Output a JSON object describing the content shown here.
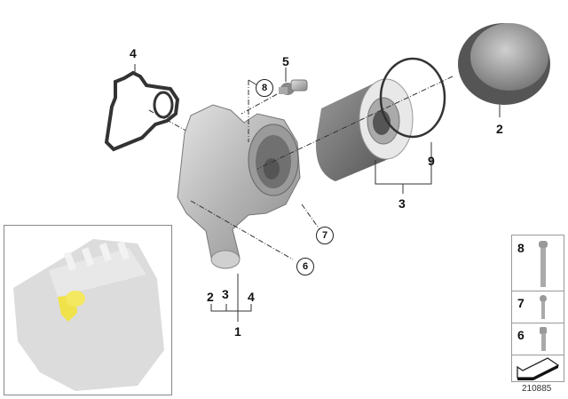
{
  "diagram": {
    "type": "exploded-parts-diagram",
    "subject": "Oil filter housing assembly",
    "document_number": "210885",
    "callouts": [
      {
        "id": "1",
        "label": "1",
        "style": "plain"
      },
      {
        "id": "2",
        "label": "2",
        "style": "plain"
      },
      {
        "id": "3",
        "label": "3",
        "style": "plain"
      },
      {
        "id": "4",
        "label": "4",
        "style": "plain"
      },
      {
        "id": "5",
        "label": "5",
        "style": "plain"
      },
      {
        "id": "6",
        "label": "6",
        "style": "circled"
      },
      {
        "id": "7",
        "label": "7",
        "style": "circled"
      },
      {
        "id": "8",
        "label": "8",
        "style": "circled"
      },
      {
        "id": "9",
        "label": "9",
        "style": "plain"
      }
    ],
    "group_1_sublabels": [
      "2",
      "3",
      "4"
    ],
    "group_3_sublabels": [
      "9"
    ],
    "parts": [
      {
        "name": "gasket",
        "callout": "4"
      },
      {
        "name": "sensor",
        "callout": "5"
      },
      {
        "name": "oil-filter-housing",
        "callout": "1"
      },
      {
        "name": "filter-element",
        "callout": "3"
      },
      {
        "name": "o-ring",
        "callout": "9"
      },
      {
        "name": "filter-cap",
        "callout": "2"
      }
    ],
    "legend": {
      "items": [
        {
          "label": "8",
          "part": "long-bolt"
        },
        {
          "label": "7",
          "part": "short-bolt"
        },
        {
          "label": "6",
          "part": "stud-bolt"
        }
      ],
      "arrow": "direction-arrow-icon"
    },
    "inset": {
      "description": "Engine overview with highlighted housing",
      "highlight_color": "#f0e24a",
      "engine_color": "#d8d8d8"
    }
  }
}
